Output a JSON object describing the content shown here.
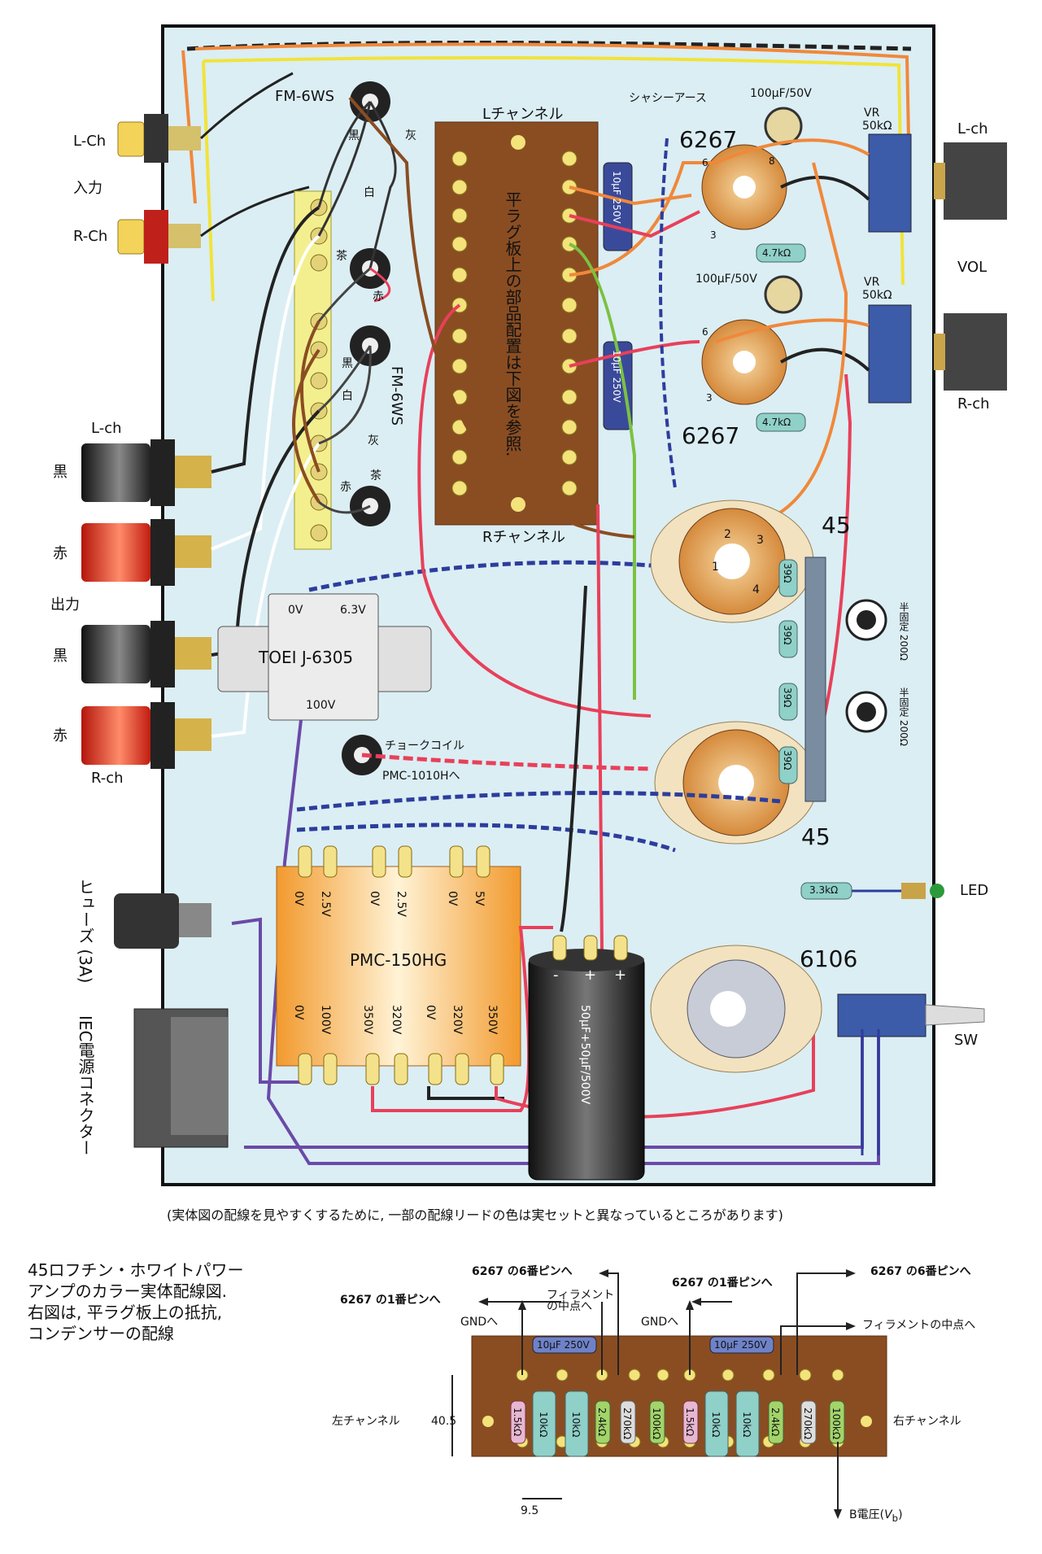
{
  "left_panel": {
    "lch_input": "L-Ch",
    "input": "入力",
    "rch_input": "R-Ch",
    "lch_output": "L-ch",
    "black1": "黒",
    "red1": "赤",
    "output": "出力",
    "black2": "黒",
    "red2": "赤",
    "rch_output": "R-ch",
    "fuse": "ヒューズ (3A)",
    "iec": "IEC電源コネクター"
  },
  "top": {
    "fm6ws_top": "FM-6WS",
    "black": "黒",
    "gray": "灰",
    "white": "白",
    "brown": "茶",
    "red": "赤",
    "black_b": "黒",
    "white_b": "白",
    "gray_b": "灰",
    "fm6ws_side": "FM-6WS",
    "brown_b": "茶",
    "red_b": "赤"
  },
  "lug_board": {
    "l_channel": "Lチャンネル",
    "r_channel": "Rチャンネル",
    "note": "平ラグ板上の部品配置は下図を参照."
  },
  "tubes": {
    "chassis_ground": "シャシーアース",
    "tube_6267_a": "6267",
    "tube_6267_b": "6267",
    "tube_45_a": "45",
    "tube_45_b": "45",
    "tube_6106": "6106",
    "cap_100uf_a": "100μF/50V",
    "cap_100uf_b": "100μF/50V",
    "res_47k_a": "4.7kΩ",
    "res_47k_b": "4.7kΩ",
    "pin6_a": "6",
    "pin8_a": "8",
    "pin3_a": "3",
    "pin6_b": "6",
    "pin3_b": "3",
    "cap_10uf_a": "10μF 250V",
    "cap_10uf_b": "10μF 250V",
    "res_39_a": "39Ω",
    "res_39_b": "39Ω",
    "res_39_c": "39Ω",
    "res_39_d": "39Ω",
    "pot_200_a": "半固定 200Ω",
    "pot_200_b": "半固定 200Ω",
    "socket_pin1": "1",
    "socket_pin2": "2",
    "socket_pin3": "3",
    "socket_pin4": "4"
  },
  "right_panel": {
    "vr_a": "VR",
    "vr_a_val": "50kΩ",
    "vr_b": "VR",
    "vr_b_val": "50kΩ",
    "lch": "L-ch",
    "vol": "VOL",
    "rch": "R-ch",
    "led": "LED",
    "res_33k": "3.3kΩ",
    "sw": "SW"
  },
  "transformers": {
    "toei": "TOEI J-6305",
    "v0": "0V",
    "v63": "6.3V",
    "v100": "100V",
    "choke": "チョークコイル",
    "choke_to": "PMC-1010Hへ",
    "pmc": "PMC-150HG",
    "top_taps": [
      "0V",
      "2.5V",
      "0V",
      "2.5V",
      "0V",
      "5V"
    ],
    "bottom_taps": [
      "0V",
      "100V",
      "350V",
      "320V",
      "0V",
      "320V",
      "350V"
    ],
    "ecap": "50μF+50μF/500V",
    "ecap_minus": "-",
    "ecap_plus1": "+",
    "ecap_plus2": "+"
  },
  "footnote": "(実体図の配線を見やすくするために, 一部の配線リードの色は実セットと異なっているところがあります)",
  "caption": "45ロフチン・ホワイトパワー\nアンプのカラー実体配線図.\n右図は, 平ラグ板上の抵抗,\nコンデンサーの配線",
  "lug_detail": {
    "pin6_left": "6267 の6番ピンへ",
    "pin1_left": "6267 の1番ピンへ",
    "filament_left": "フィラメント\nの中点へ",
    "gnd_left": "GNDへ",
    "pin1_right": "6267 の1番ピンへ",
    "pin6_right": "6267 の6番ピンへ",
    "gnd_right": "GNDへ",
    "filament_right": "フィラメントの中点へ",
    "cap_left": "10μF 250V",
    "cap_right": "10μF 250V",
    "left_channel": "左チャンネル",
    "right_channel": "右チャンネル",
    "height": "40.5",
    "pitch": "9.5",
    "b_voltage": "B電圧(",
    "b_voltage_sym": "V",
    "b_voltage_sub": "b",
    "b_voltage_end": ")",
    "components": [
      "1.5kΩ",
      "10kΩ",
      "10kΩ",
      "2.4kΩ",
      "270kΩ",
      "100kΩ",
      "1.5kΩ",
      "10kΩ",
      "10kΩ",
      "2.4kΩ",
      "270kΩ",
      "100kΩ"
    ]
  },
  "colors": {
    "chassis": "#dbeef4",
    "lug_board": "#8a4d22",
    "terminal_strip": "#f3ef8e",
    "transformer": "#f2a23c",
    "wire_red": "#e8405a",
    "wire_orange": "#f0883a",
    "wire_yellow": "#f1e33a",
    "wire_blue": "#2d3d9c",
    "wire_green": "#7bc142",
    "wire_purple": "#6a4aa8",
    "wire_brown": "#8a4d22",
    "wire_black": "#222222"
  }
}
